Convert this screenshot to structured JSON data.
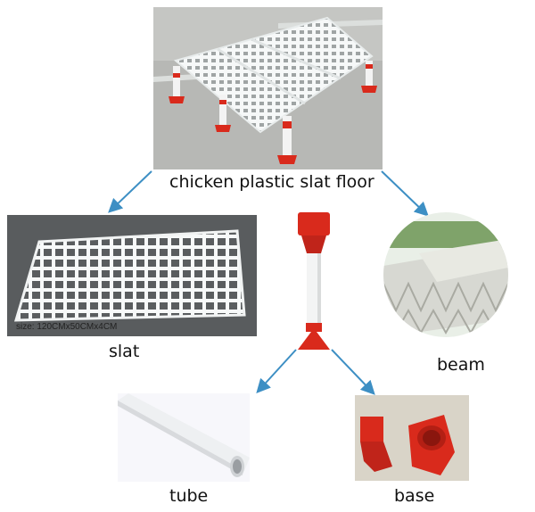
{
  "title": "chicken plastic slat floor",
  "parts": {
    "slat": {
      "label": "slat",
      "caption": "size: 120CMx50CMx4CM"
    },
    "beam": {
      "label": "beam"
    },
    "tube": {
      "label": "tube"
    },
    "base": {
      "label": "base"
    }
  },
  "colors": {
    "arrow": "#3d8fc4",
    "plastic": "#f4f6f6",
    "red_part": "#d92a1c",
    "ground": "#b9b9b6"
  }
}
